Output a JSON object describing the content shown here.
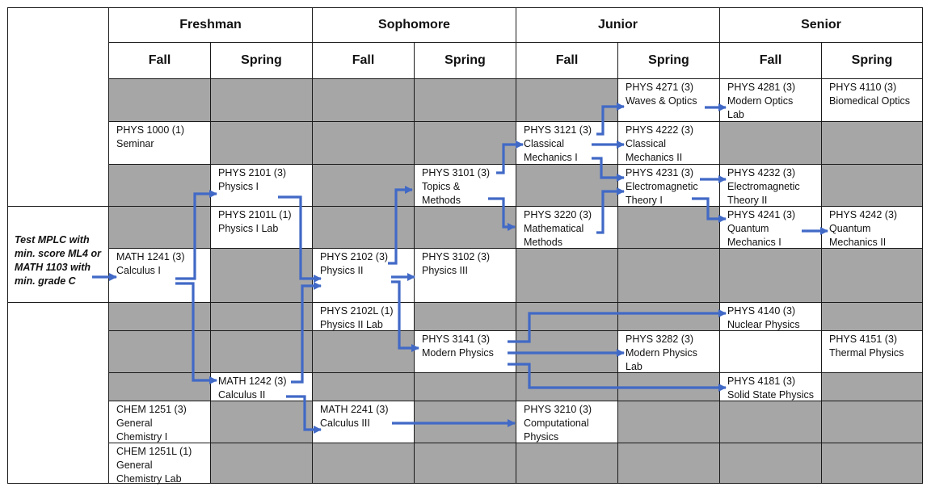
{
  "years": [
    "Freshman",
    "Sophomore",
    "Junior",
    "Senior"
  ],
  "terms": [
    "Fall",
    "Spring",
    "Fall",
    "Spring",
    "Fall",
    "Spring",
    "Fall",
    "Spring"
  ],
  "prereq_note": "Test MPLC with min. score ML4 or MATH 1103 with min. grade C",
  "courses": {
    "phys4271": {
      "code": "PHYS 4271 (3)",
      "title": "Waves & Optics"
    },
    "phys4281": {
      "code": "PHYS 4281 (3)",
      "title": "Modern Optics Lab"
    },
    "phys4110": {
      "code": "PHYS 4110 (3)",
      "title": "Biomedical Optics"
    },
    "phys1000": {
      "code": "PHYS 1000 (1)",
      "title": "Seminar"
    },
    "phys3121": {
      "code": "PHYS 3121 (3)",
      "title": "Classical Mechanics I"
    },
    "phys4222": {
      "code": "PHYS 4222 (3)",
      "title": "Classical Mechanics II"
    },
    "phys2101": {
      "code": "PHYS 2101 (3)",
      "title": "Physics I"
    },
    "phys3101": {
      "code": "PHYS 3101 (3)",
      "title": "Topics & Methods"
    },
    "phys4231": {
      "code": "PHYS 4231 (3)",
      "title": "Electromagnetic Theory I"
    },
    "phys4232": {
      "code": "PHYS 4232 (3)",
      "title": "Electromagnetic Theory II"
    },
    "phys2101l": {
      "code": "PHYS 2101L (1)",
      "title": "Physics I Lab"
    },
    "phys3220": {
      "code": "PHYS 3220 (3)",
      "title": "Mathematical Methods"
    },
    "phys4241": {
      "code": "PHYS 4241 (3)",
      "title": "Quantum Mechanics I"
    },
    "phys4242": {
      "code": "PHYS 4242 (3)",
      "title": "Quantum Mechanics II"
    },
    "math1241": {
      "code": "MATH 1241 (3)",
      "title": "Calculus I"
    },
    "phys2102": {
      "code": "PHYS 2102 (3)",
      "title": "Physics II"
    },
    "phys3102": {
      "code": "PHYS 3102 (3)",
      "title": "Physics III"
    },
    "phys2102l": {
      "code": "PHYS 2102L (1)",
      "title": "Physics II Lab"
    },
    "phys4140": {
      "code": "PHYS 4140 (3)",
      "title": "Nuclear Physics"
    },
    "phys3141": {
      "code": "PHYS 3141 (3)",
      "title": "Modern Physics"
    },
    "phys3282": {
      "code": "PHYS 3282 (3)",
      "title": "Modern Physics Lab"
    },
    "phys4151": {
      "code": "PHYS 4151 (3)",
      "title": "Thermal Physics"
    },
    "math1242": {
      "code": "MATH 1242 (3)",
      "title": "Calculus II"
    },
    "phys4181": {
      "code": "PHYS 4181 (3)",
      "title": "Solid State Physics"
    },
    "chem1251": {
      "code": "CHEM 1251 (3)",
      "title": "General Chemistry I"
    },
    "math2241": {
      "code": "MATH 2241 (3)",
      "title": "Calculus III"
    },
    "phys3210": {
      "code": "PHYS 3210 (3)",
      "title": "Computational Physics"
    },
    "chem1251l": {
      "code": "CHEM 1251L (1)",
      "title": "General Chemistry Lab"
    }
  },
  "colors": {
    "arrow": "#4169c6",
    "empty_cell": "#a6a6a6",
    "border": "#1a1a1a"
  }
}
